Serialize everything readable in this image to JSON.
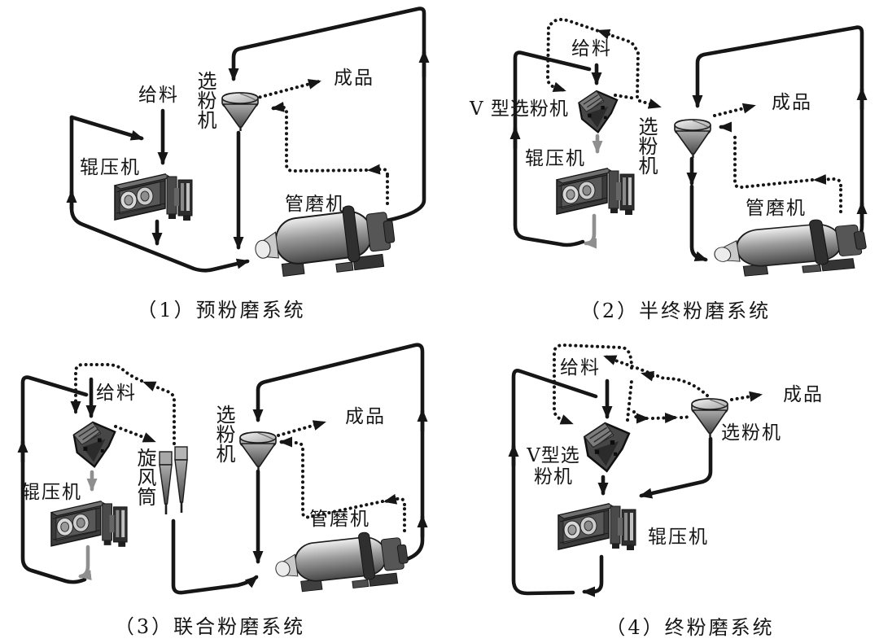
{
  "page": {
    "background": "#ffffff",
    "ink_color": "#161616",
    "gray_arrow_color": "#8f8f8f"
  },
  "panels": [
    {
      "caption": "（1）预粉磨系统",
      "labels": {
        "feed": "给料",
        "separator": "选粉机",
        "roller_press": "辊压机",
        "tube_mill": "管磨机",
        "product": "成品"
      }
    },
    {
      "caption": "（2）半终粉磨系统",
      "labels": {
        "feed": "给料",
        "v_separator": "V 型选粉机",
        "separator": "选粉机",
        "roller_press": "辊压机",
        "tube_mill": "管磨机",
        "product": "成品"
      }
    },
    {
      "caption": "（3）联合粉磨系统",
      "labels": {
        "feed": "给料",
        "cyclone": "旋风筒",
        "separator": "选粉机",
        "roller_press": "辊压机",
        "tube_mill": "管磨机",
        "product": "成品"
      }
    },
    {
      "caption": "（4）终粉磨系统",
      "labels": {
        "feed": "给料",
        "v_separator": "V型选\n粉机",
        "separator": "选粉机",
        "roller_press": "辊压机",
        "product": "成品"
      }
    }
  ]
}
